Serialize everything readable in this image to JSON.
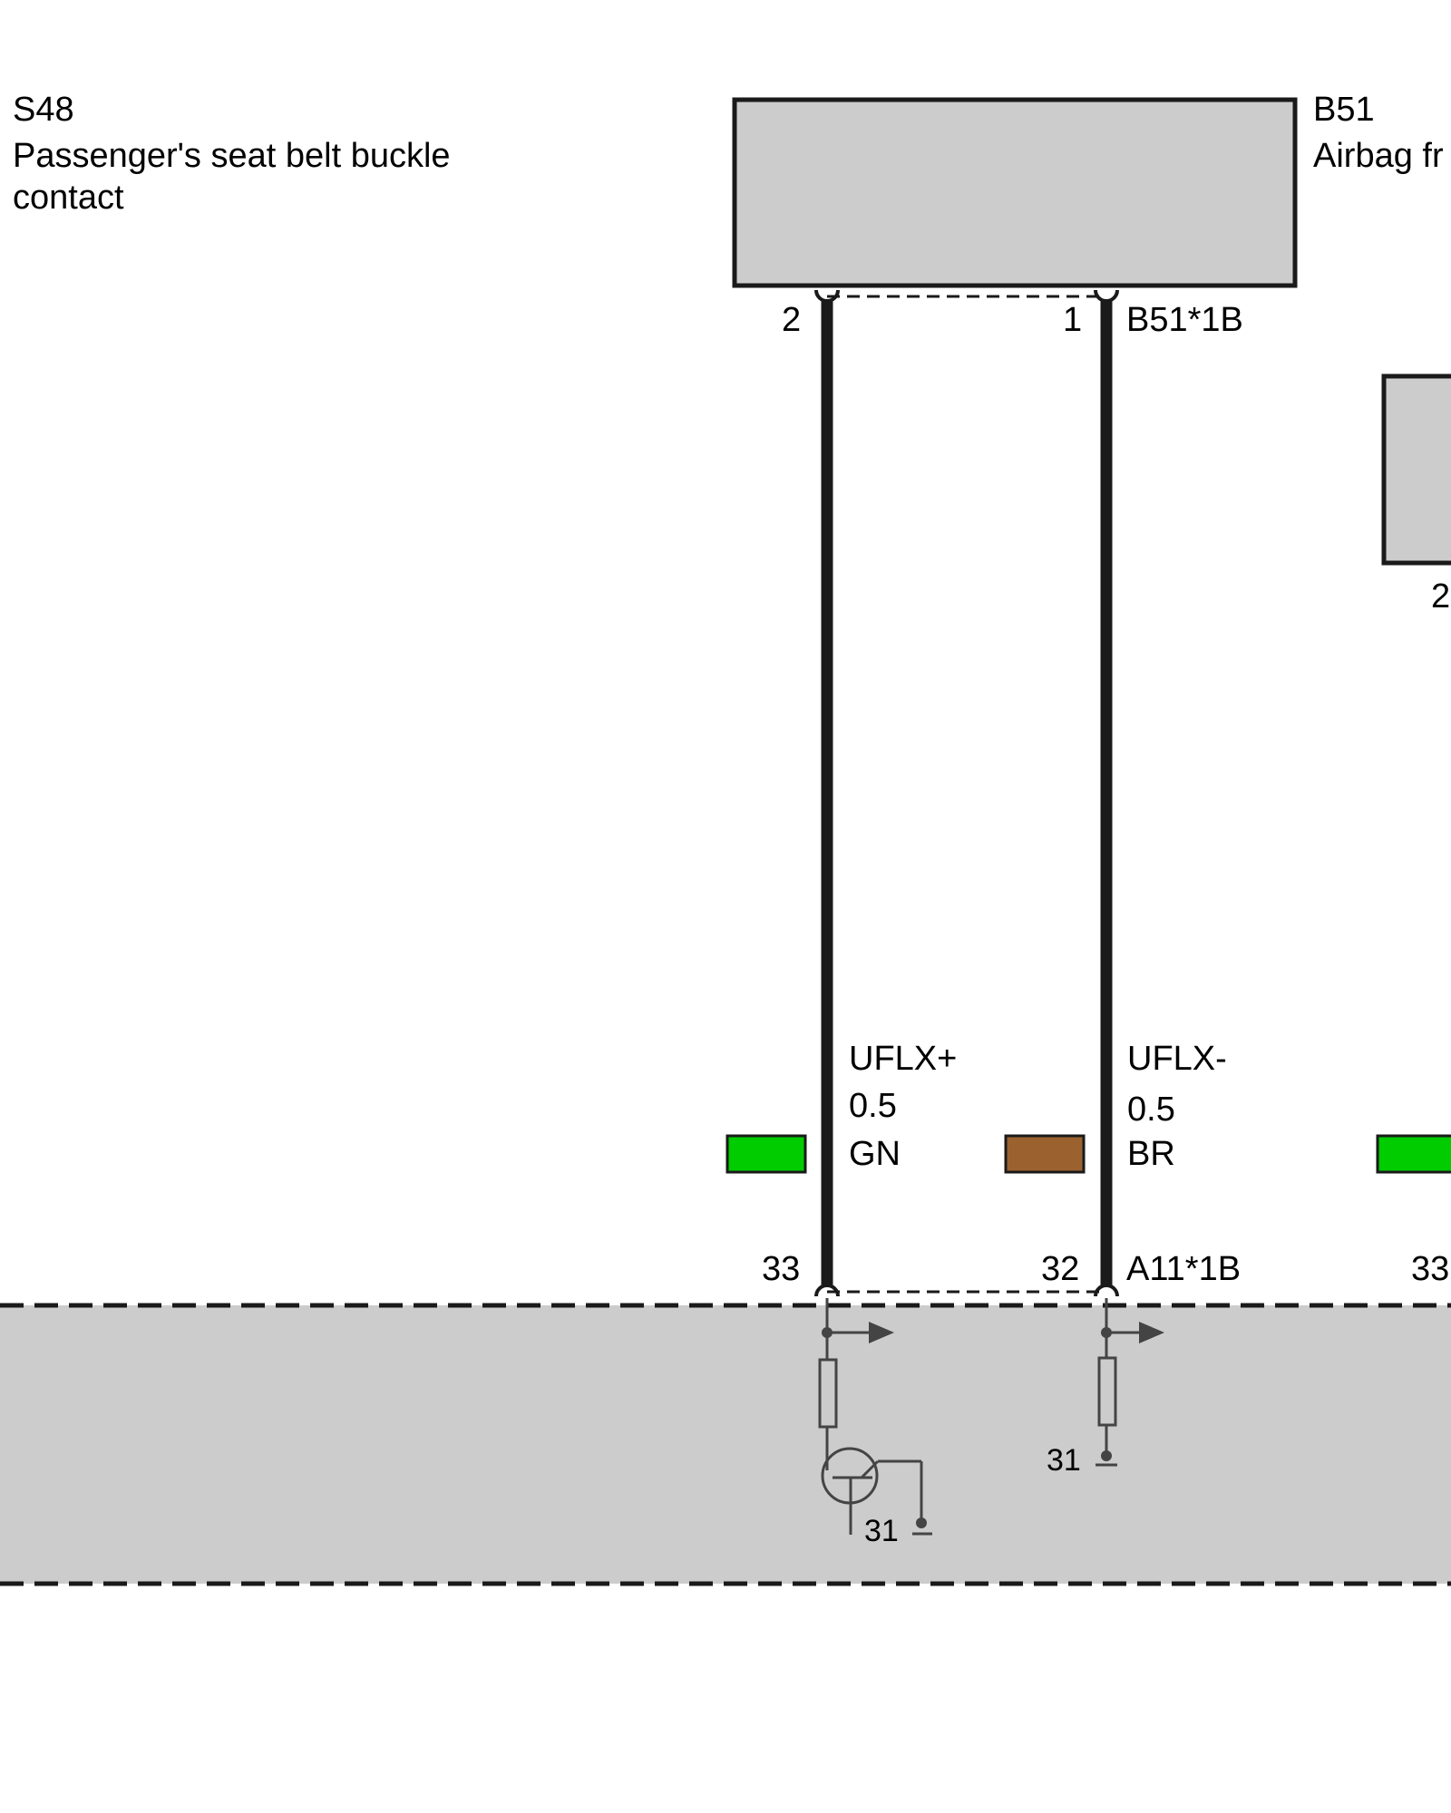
{
  "components": {
    "s48": {
      "code": "S48",
      "name_line1": "Passenger's seat belt buckle",
      "name_line2": "contact"
    },
    "b51": {
      "code": "B51",
      "name_partial": "Airbag fr",
      "connector": "B51*1B",
      "pin_left": "2",
      "pin_right": "1"
    },
    "right_partial": {
      "pin": "2",
      "wire_color_hex": "#00cc00"
    },
    "a11": {
      "connector": "A11*1B",
      "pin_left": "33",
      "pin_right": "32",
      "pin_far_right": "33",
      "ground_left": "31",
      "ground_right": "31"
    }
  },
  "wires": [
    {
      "signal": "UFLX+",
      "gauge": "0.5",
      "color_code": "GN",
      "color_hex": "#00cc00"
    },
    {
      "signal": "UFLX-",
      "gauge": "0.5",
      "color_code": "BR",
      "color_hex": "#9b6230"
    }
  ],
  "colors": {
    "module_fill": "#cccccc",
    "line": "#1a1a1a",
    "internal": "#444444"
  }
}
